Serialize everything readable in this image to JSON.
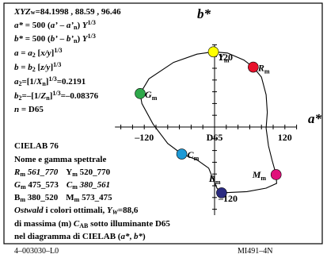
{
  "header": {
    "xyz_prefix": "XYZ",
    "xyz_w": "w",
    "xyz_values": "=84.1998 , 88.59 , 96.46",
    "line_a": "a* = 500 (a’ – a’n) Y1/3",
    "line_b": "b* = 500 (b’ – b’n) Y1/3",
    "line_a2": "a = a2 [x/y]1/3",
    "line_b2": "b = b2 [z/y]1/3",
    "line_a2v": "a2=[1/Xn]1/3=0.2191",
    "line_b2v": "b2=–[1/Zn]1/3=–0.08376",
    "line_n": "n = D65"
  },
  "info": {
    "title": "CIELAB 76",
    "subtitle": "Nome e gamma spettrale",
    "r_range": "Rm 561_770",
    "y_range": "Ym 520_770",
    "g_range": "Gm 475_573",
    "c_range": "Cm 380_561",
    "b_range": "Bm 380_520",
    "m_range": "Mm 573_475",
    "ostwald": "Ostwald i colori ottimali, Yw=88,6",
    "massima": "di massima (m) CAB sotto illuminante D65",
    "diagramma": "nel diagramma di CIELAB (a*, b*)"
  },
  "chart_data": {
    "type": "scatter",
    "xlabel": "a*",
    "ylabel": "b*",
    "center_label": "D65",
    "x_ticks": [
      -120,
      120
    ],
    "y_ticks": [
      120,
      -120
    ],
    "xlim": [
      -170,
      140
    ],
    "ylim": [
      -150,
      140
    ],
    "points": [
      {
        "name": "Ym",
        "label": "Y",
        "sub": "m",
        "a": -2,
        "b": 128,
        "color": "#ffff00"
      },
      {
        "name": "Rm",
        "label": "R",
        "sub": "m",
        "a": 66,
        "b": 102,
        "color": "#e8102a"
      },
      {
        "name": "Gm",
        "label": "G",
        "sub": "m",
        "a": -127,
        "b": 57,
        "color": "#2ea84a"
      },
      {
        "name": "Cm",
        "label": "C",
        "sub": "m",
        "a": -56,
        "b": -46,
        "color": "#1e9ad6"
      },
      {
        "name": "Mm",
        "label": "M",
        "sub": "m",
        "a": 105,
        "b": -81,
        "color": "#e0107a"
      },
      {
        "name": "Bm",
        "label": "B",
        "sub": "m",
        "a": 12,
        "b": -112,
        "color": "#2a2a80"
      }
    ],
    "boundary": [
      [
        -2,
        128
      ],
      [
        22,
        126
      ],
      [
        50,
        114
      ],
      [
        66,
        102
      ],
      [
        80,
        85
      ],
      [
        88,
        55
      ],
      [
        90,
        25
      ],
      [
        88,
        -2
      ],
      [
        92,
        -32
      ],
      [
        98,
        -56
      ],
      [
        105,
        -81
      ],
      [
        106,
        -96
      ],
      [
        88,
        -104
      ],
      [
        55,
        -110
      ],
      [
        12,
        -112
      ],
      [
        4,
        -104
      ],
      [
        -2,
        -90
      ],
      [
        -10,
        -70
      ],
      [
        -30,
        -56
      ],
      [
        -56,
        -46
      ],
      [
        -80,
        -28
      ],
      [
        -105,
        5
      ],
      [
        -124,
        40
      ],
      [
        -127,
        57
      ],
      [
        -112,
        82
      ],
      [
        -70,
        110
      ],
      [
        -30,
        124
      ],
      [
        -2,
        128
      ]
    ]
  },
  "footer": {
    "left": "4–003030–L0",
    "right": "MI491–4N"
  },
  "colors": {
    "frame": "#000000",
    "background": "#ffffff"
  }
}
